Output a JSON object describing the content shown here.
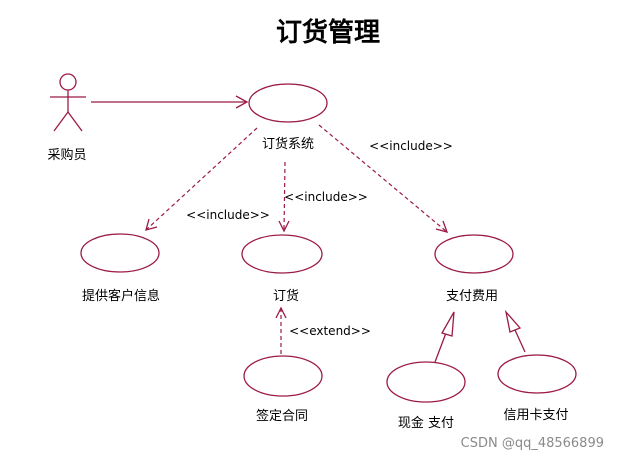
{
  "title": "订货管理",
  "actor": {
    "name": "采购员"
  },
  "use_cases": {
    "order_system": "订货系统",
    "provide_customer_info": "提供客户信息",
    "order": "订货",
    "pay_fee": "支付费用",
    "sign_contract": "签定合同",
    "cash_payment": "现金 支付",
    "credit_card_payment": "信用卡支付"
  },
  "relations": {
    "include_left": "<<include>>",
    "include_center": "<<include>>",
    "include_right": "<<include>>",
    "extend": "<<extend>>"
  },
  "watermark": "CSDN @qq_48566899",
  "colors": {
    "line": "#9b1b46",
    "text": "#000000",
    "watermark": "#8a8a8a"
  }
}
